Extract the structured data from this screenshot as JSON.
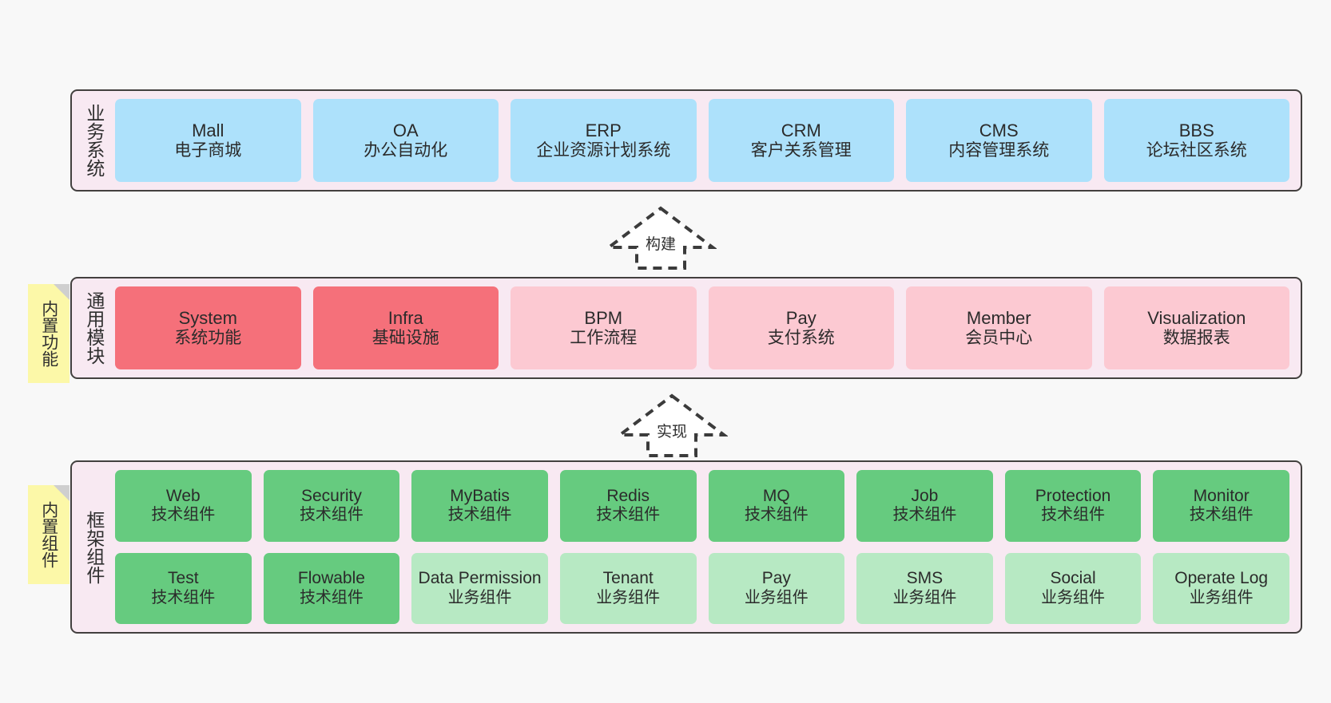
{
  "page": {
    "background": "#f8f8f8",
    "container_fill": "#f8e9f2",
    "container_stroke": "#43403f"
  },
  "colors": {
    "business_node": "#ade1fb",
    "module_core": "#f5707a",
    "module_plain": "#fcc9d2",
    "tech_component": "#66cb7f",
    "business_component": "#b7e9c3",
    "note": "#fcf8a8",
    "note_fold": "#cfcfcf"
  },
  "layers": {
    "business": {
      "title": "业务系统",
      "nodes": [
        {
          "en": "Mall",
          "cn": "电子商城"
        },
        {
          "en": "OA",
          "cn": "办公自动化"
        },
        {
          "en": "ERP",
          "cn": "企业资源计划系统"
        },
        {
          "en": "CRM",
          "cn": "客户关系管理"
        },
        {
          "en": "CMS",
          "cn": "内容管理系统"
        },
        {
          "en": "BBS",
          "cn": "论坛社区系统"
        }
      ]
    },
    "modules": {
      "title": "通用模块",
      "note": "内置功能",
      "nodes": [
        {
          "en": "System",
          "cn": "系统功能",
          "variant": "core"
        },
        {
          "en": "Infra",
          "cn": "基础设施",
          "variant": "core"
        },
        {
          "en": "BPM",
          "cn": "工作流程",
          "variant": "plain"
        },
        {
          "en": "Pay",
          "cn": "支付系统",
          "variant": "plain"
        },
        {
          "en": "Member",
          "cn": "会员中心",
          "variant": "plain"
        },
        {
          "en": "Visualization",
          "cn": "数据报表",
          "variant": "plain"
        }
      ]
    },
    "framework": {
      "title": "框架组件",
      "note": "内置组件",
      "row1": [
        {
          "en": "Web",
          "cn": "技术组件"
        },
        {
          "en": "Security",
          "cn": "技术组件"
        },
        {
          "en": "MyBatis",
          "cn": "技术组件"
        },
        {
          "en": "Redis",
          "cn": "技术组件"
        },
        {
          "en": "MQ",
          "cn": "技术组件"
        },
        {
          "en": "Job",
          "cn": "技术组件"
        },
        {
          "en": "Protection",
          "cn": "技术组件"
        },
        {
          "en": "Monitor",
          "cn": "技术组件"
        }
      ],
      "row2": [
        {
          "en": "Test",
          "cn": "技术组件",
          "variant": "tech"
        },
        {
          "en": "Flowable",
          "cn": "技术组件",
          "variant": "tech"
        },
        {
          "en": "Data Permission",
          "cn": "业务组件",
          "variant": "business"
        },
        {
          "en": "Tenant",
          "cn": "业务组件",
          "variant": "business"
        },
        {
          "en": "Pay",
          "cn": "业务组件",
          "variant": "business"
        },
        {
          "en": "SMS",
          "cn": "业务组件",
          "variant": "business"
        },
        {
          "en": "Social",
          "cn": "业务组件",
          "variant": "business"
        },
        {
          "en": "Operate Log",
          "cn": "业务组件",
          "variant": "business"
        }
      ]
    }
  },
  "connectors": [
    {
      "label": "构建"
    },
    {
      "label": "实现"
    }
  ]
}
